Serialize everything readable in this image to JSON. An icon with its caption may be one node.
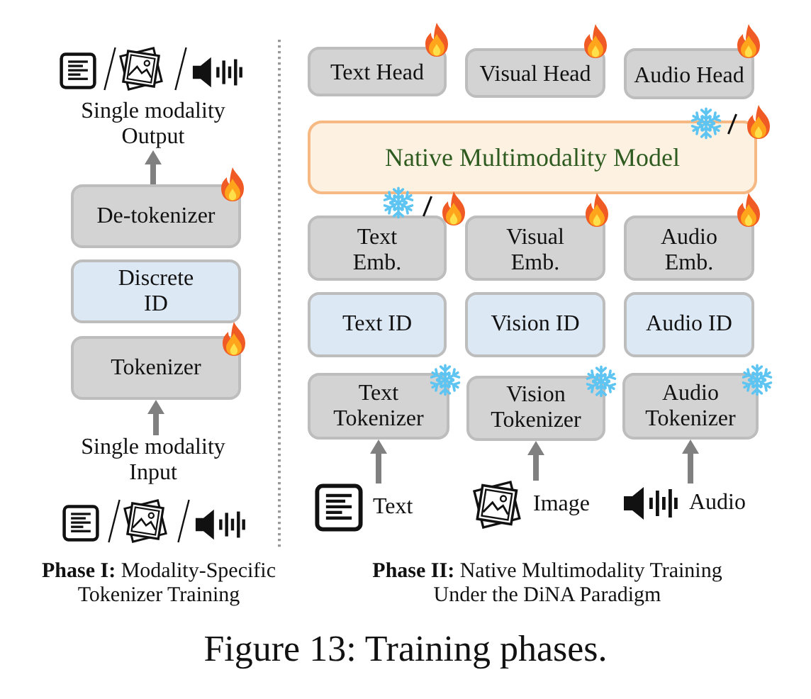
{
  "diagram": {
    "caption": "Figure 13: Training phases.",
    "nodes": [
      {
        "text": [
          "Single modality Output"
        ]
      },
      {
        "text": [
          "De-tokenizer"
        ]
      },
      {
        "text": [
          "Discrete ID"
        ]
      },
      {
        "text": [
          "Tokenizer"
        ]
      },
      {
        "text": [
          "Single modality Input"
        ]
      },
      {
        "text": [
          "Text Head"
        ]
      },
      {
        "text": [
          "Visual Head"
        ]
      },
      {
        "text": [
          "Audio Head"
        ]
      },
      {
        "text": [
          "Native Multimodality Model"
        ]
      },
      {
        "text": [
          "Text Emb."
        ]
      },
      {
        "text": [
          "Visual Emb."
        ]
      },
      {
        "text": [
          "Audio Emb."
        ]
      },
      {
        "text": [
          "Text ID"
        ]
      },
      {
        "text": [
          "Vision ID"
        ]
      },
      {
        "text": [
          "Audio ID"
        ]
      },
      {
        "text": [
          "Text Tokenizer"
        ]
      },
      {
        "text": [
          "Vision Tokenizer"
        ]
      },
      {
        "text": [
          "Audio Tokenizer"
        ]
      },
      {
        "text": [
          "Text"
        ]
      },
      {
        "text": [
          "Image"
        ]
      },
      {
        "text": [
          "Audio"
        ]
      }
    ],
    "edges": [
      {
        "from": 1,
        "to": 0,
        "arrow": "to"
      },
      {
        "from": 4,
        "to": 3,
        "arrow": "to"
      },
      {
        "from": 18,
        "to": 15,
        "arrow": "to"
      },
      {
        "from": 19,
        "to": 16,
        "arrow": "to"
      },
      {
        "from": 20,
        "to": 17,
        "arrow": "to"
      }
    ],
    "labels": [
      "**Phase I:** Modality-Specific Tokenizer Training",
      "**Phase II:** Native Multimodality Training Under the DiNA Paradigm"
    ]
  }
}
